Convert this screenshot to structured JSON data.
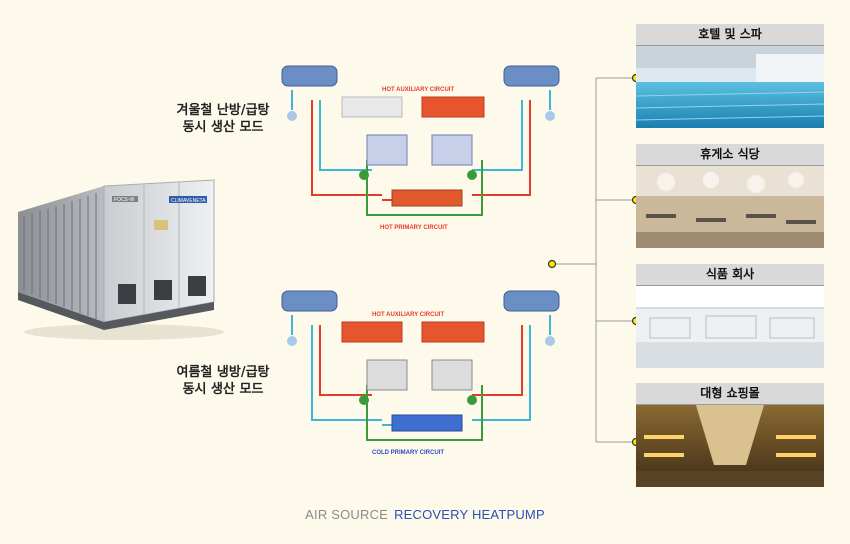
{
  "modes": [
    {
      "line1": "겨울철 난방/급탕",
      "line2": "동시 생산 모드",
      "circuit_top": "HOT AUXILIARY CIRCUIT",
      "circuit_bottom": "HOT PRIMARY CIRCUIT"
    },
    {
      "line1": "여름철 냉방/급탕",
      "line2": "동시 생산 모드",
      "circuit_top": "HOT AUXILIARY CIRCUIT",
      "circuit_bottom": "COLD PRIMARY CIRCUIT"
    }
  ],
  "unit_brand": "CLIMAVENETA",
  "unit_model": "FOCS-W",
  "applications": [
    {
      "title": "호텔 및 스파"
    },
    {
      "title": "휴게소 식당"
    },
    {
      "title": "식품 회사"
    },
    {
      "title": "대형 쇼핑몰"
    }
  ],
  "caption": {
    "part1": "AIR SOURCE",
    "part2": "RECOVERY HEATPUMP"
  },
  "colors": {
    "hot": "#e53b2b",
    "cold": "#3fb6d6",
    "green": "#3b9b3b",
    "accent_blue": "#2a4fb5",
    "dot": "#ffe600"
  }
}
